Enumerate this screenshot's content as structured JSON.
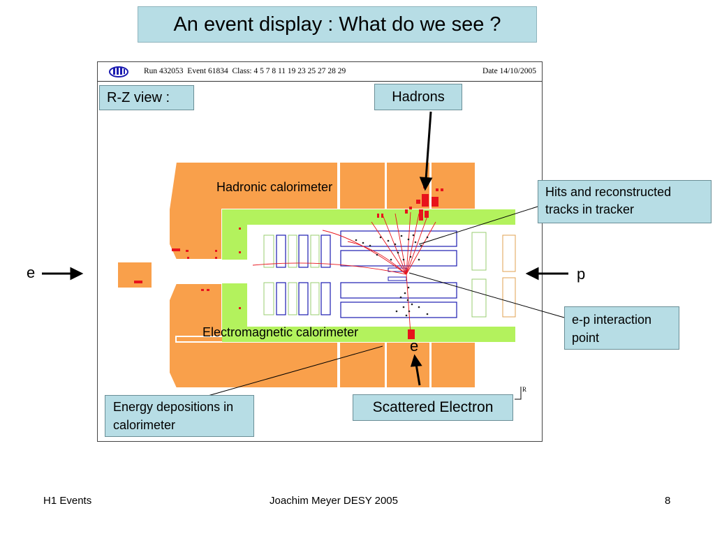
{
  "title": "An event display : What do we see ?",
  "header": {
    "logo_icon": "h1-logo-icon",
    "run_info": "Run 432053  Event 61834  Class: 4 5 7 8 11 19 23 25 27 28 29",
    "date": "Date 14/10/2005"
  },
  "labels": {
    "rz_view": "R-Z view :",
    "hadrons": "Hadrons",
    "hits_tracks": "Hits and reconstructed tracks in tracker",
    "interaction_point": "e-p interaction point",
    "energy_depositions": "Energy depositions in calorimeter",
    "scattered_electron": "Scattered Electron",
    "hadronic_calorimeter": "Hadronic calorimeter",
    "em_calorimeter": "Electromagnetic calorimeter",
    "beam_e": "e",
    "beam_p": "p",
    "electron_e": "e",
    "axis_r": "R"
  },
  "footer": {
    "left": "H1 Events",
    "center": "Joachim Meyer  DESY  2005",
    "page": "8"
  },
  "colors": {
    "label_box": "#b7dde5",
    "hadronic": "#f9a04b",
    "electromagnetic": "#b3f25d",
    "hits": "#e8131b",
    "tracker": "#1b1bb0"
  }
}
